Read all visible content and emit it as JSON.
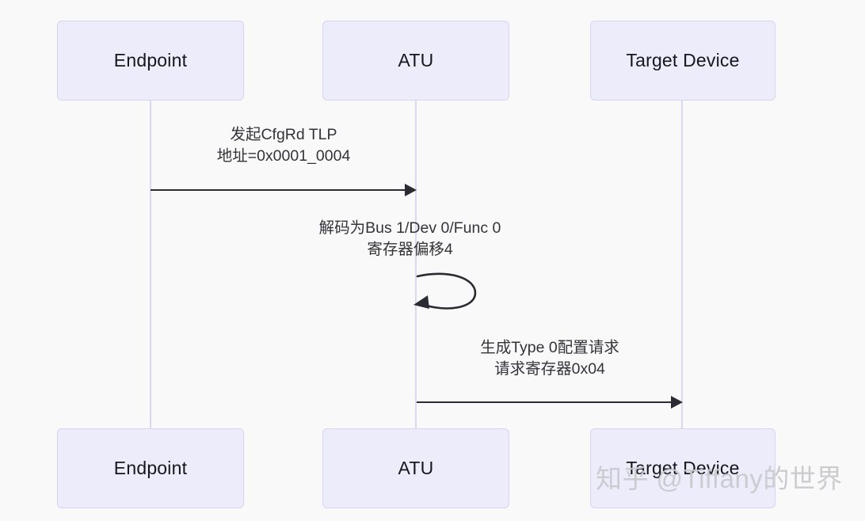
{
  "diagram": {
    "type": "sequence-diagram",
    "background_color": "#f9f9f9",
    "box_fill_color": "#ececfb",
    "box_border_color": "#d7d5ee",
    "lifeline_color": "#dcd6f0",
    "arrow_color": "#2b2b33",
    "text_color": "#33333a",
    "participants": [
      {
        "id": "endpoint",
        "label": "Endpoint"
      },
      {
        "id": "atu",
        "label": "ATU"
      },
      {
        "id": "target",
        "label": "Target Device"
      }
    ],
    "messages": [
      {
        "id": "msg-1",
        "from": "endpoint",
        "to": "atu",
        "kind": "arrow",
        "lines": [
          "发起CfgRd TLP",
          "地址=0x0001_0004"
        ]
      },
      {
        "id": "msg-2",
        "from": "atu",
        "to": "atu",
        "kind": "self-loop",
        "lines": [
          "解码为Bus 1/Dev 0/Func 0",
          "寄存器偏移4"
        ]
      },
      {
        "id": "msg-3",
        "from": "atu",
        "to": "target",
        "kind": "arrow",
        "lines": [
          "生成Type 0配置请求",
          "请求寄存器0x04"
        ]
      }
    ]
  },
  "watermark": {
    "text": "知乎 @Tiffany的世界"
  }
}
